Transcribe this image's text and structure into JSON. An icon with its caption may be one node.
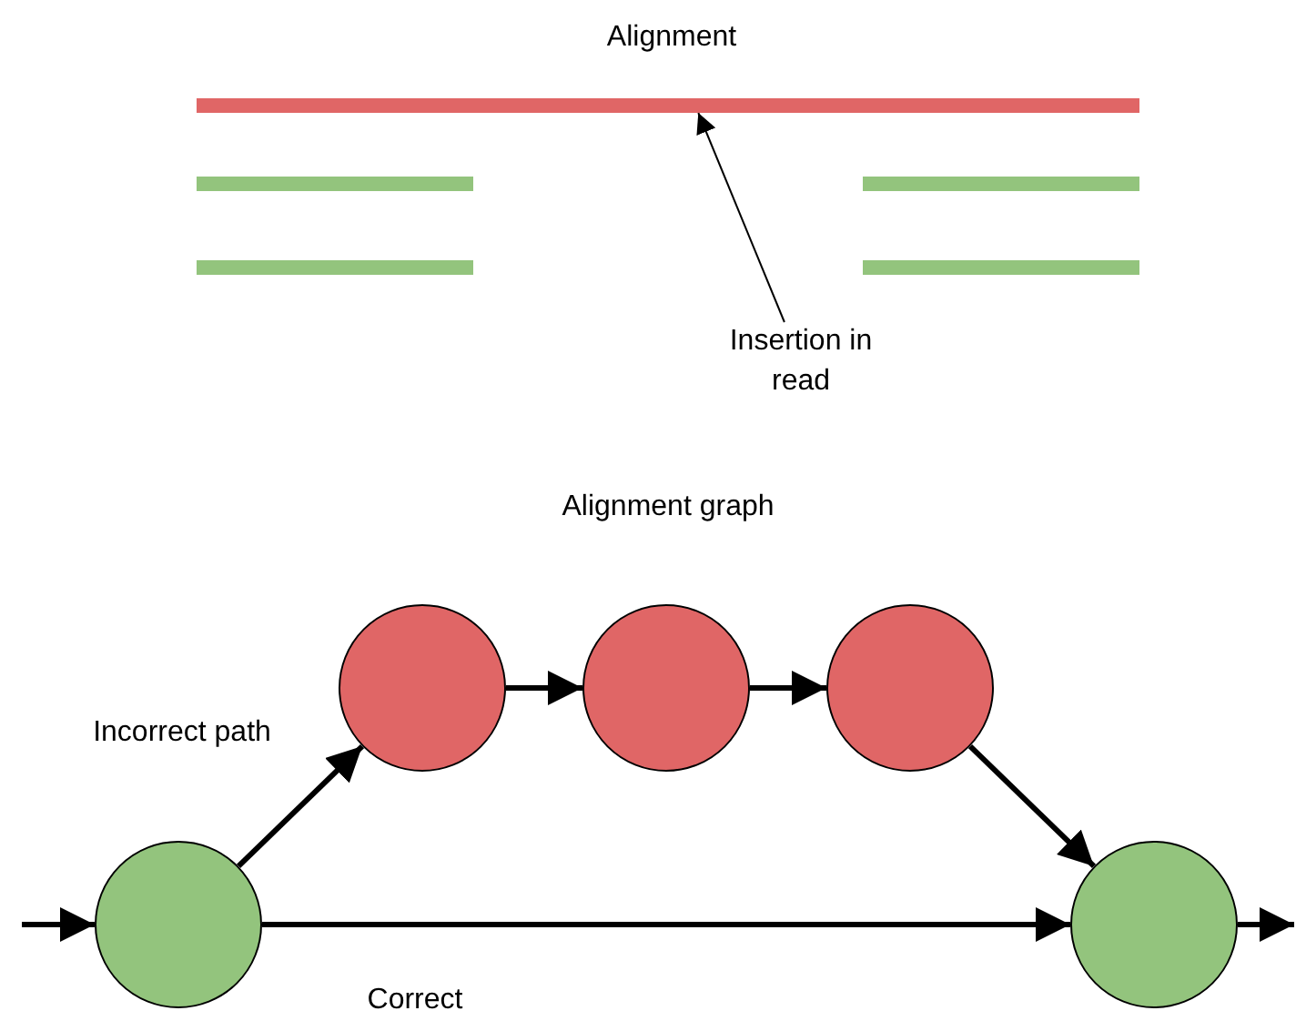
{
  "diagram": {
    "nodes": [
      {
        "text": [],
        "shape": "bar"
      },
      {
        "text": [],
        "shape": "bar"
      },
      {
        "text": [],
        "shape": "bar"
      },
      {
        "text": [],
        "shape": "bar"
      },
      {
        "text": [],
        "shape": "bar"
      },
      {
        "text": [
          "Insertion in read"
        ]
      },
      {
        "text": [],
        "shape": "circle"
      },
      {
        "text": [],
        "shape": "circle"
      },
      {
        "text": [],
        "shape": "circle"
      },
      {
        "text": [],
        "shape": "circle"
      },
      {
        "text": [],
        "shape": "circle"
      }
    ],
    "edges": [
      {
        "from": 5,
        "to": 0,
        "arrow": "to"
      },
      {
        "from": null,
        "to": 6,
        "arrow": "to"
      },
      {
        "from": 6,
        "to": 7,
        "arrow": "to"
      },
      {
        "from": 7,
        "to": 8,
        "arrow": "to"
      },
      {
        "from": 8,
        "to": 9,
        "arrow": "to"
      },
      {
        "from": 9,
        "to": 10,
        "arrow": "to"
      },
      {
        "from": 6,
        "to": 10,
        "arrow": "to"
      },
      {
        "from": 10,
        "to": null,
        "arrow": "to"
      }
    ],
    "labels": [
      "Alignment",
      "Alignment graph",
      "Incorrect path",
      "Correct"
    ]
  }
}
